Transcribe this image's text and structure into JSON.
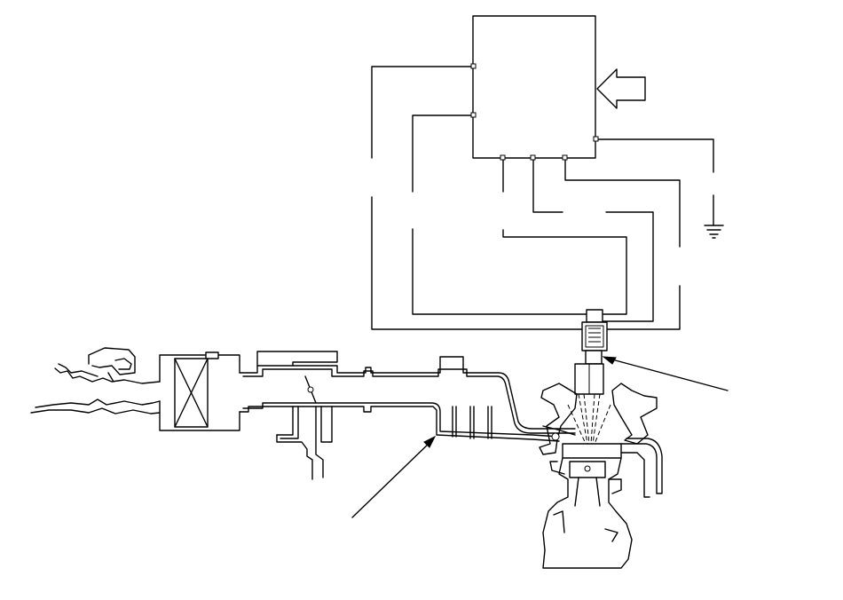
{
  "diagram": {
    "kind": "engine-control-schematic",
    "line_color": "#000000",
    "background_color": "#ffffff",
    "components": {
      "control_unit": "control-unit-box",
      "input_arrow": "input-arrow",
      "ground": "ground-symbol",
      "injector": "fuel-injector",
      "air_cleaner": "air-cleaner",
      "intake_tract": "intake-manifold",
      "throttle": "throttle-valve",
      "engine": "engine-cross-section"
    },
    "callouts": [
      "injector-callout-arrow",
      "intake-callout-arrow"
    ]
  }
}
